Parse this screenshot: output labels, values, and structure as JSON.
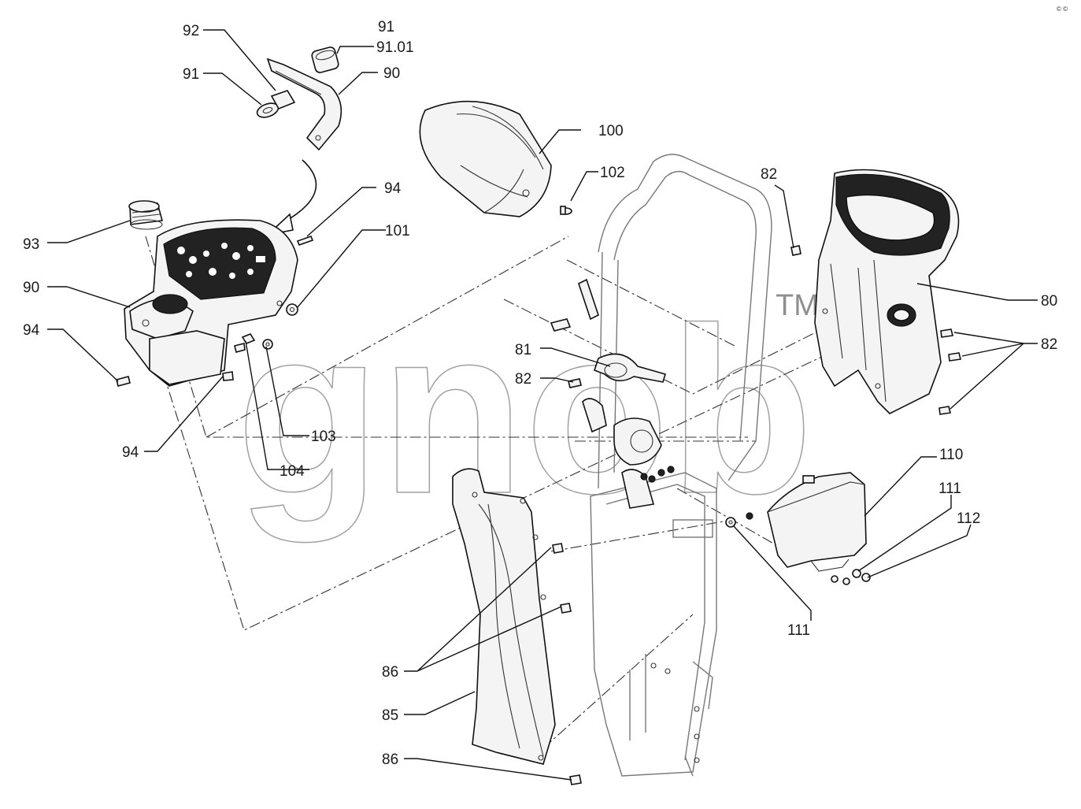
{
  "watermark": {
    "text": "gnob",
    "trademark": "TM",
    "corner_mark": "© ©"
  },
  "labels": [
    {
      "id": "l-92",
      "text": "92"
    },
    {
      "id": "l-91a",
      "text": "91"
    },
    {
      "id": "l-9101",
      "text": "91.01"
    },
    {
      "id": "l-91b",
      "text": "91"
    },
    {
      "id": "l-90a",
      "text": "90"
    },
    {
      "id": "l-100",
      "text": "100"
    },
    {
      "id": "l-102",
      "text": "102"
    },
    {
      "id": "l-94a",
      "text": "94"
    },
    {
      "id": "l-101",
      "text": "101"
    },
    {
      "id": "l-93",
      "text": "93"
    },
    {
      "id": "l-90b",
      "text": "90"
    },
    {
      "id": "l-94b",
      "text": "94"
    },
    {
      "id": "l-94c",
      "text": "94"
    },
    {
      "id": "l-103",
      "text": "103"
    },
    {
      "id": "l-104",
      "text": "104"
    },
    {
      "id": "l-82a",
      "text": "82"
    },
    {
      "id": "l-80",
      "text": "80"
    },
    {
      "id": "l-82b",
      "text": "82"
    },
    {
      "id": "l-81",
      "text": "81"
    },
    {
      "id": "l-82c",
      "text": "82"
    },
    {
      "id": "l-110",
      "text": "110"
    },
    {
      "id": "l-111a",
      "text": "111"
    },
    {
      "id": "l-112",
      "text": "112"
    },
    {
      "id": "l-111b",
      "text": "111"
    },
    {
      "id": "l-86a",
      "text": "86"
    },
    {
      "id": "l-85",
      "text": "85"
    },
    {
      "id": "l-86b",
      "text": "86"
    }
  ]
}
